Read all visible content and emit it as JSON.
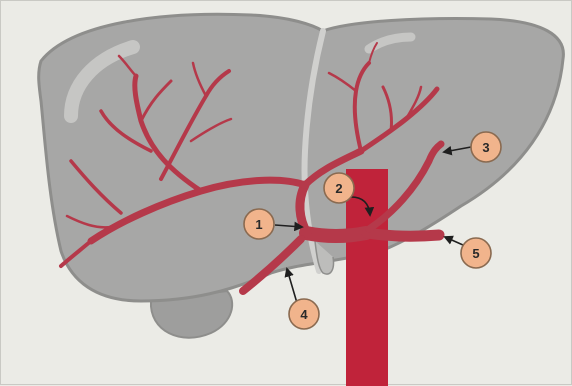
{
  "colors": {
    "background": "#ebebe6",
    "liver_fill": "#a7a7a6",
    "liver_stroke": "#8e8e8c",
    "liver_highlight": "#c6c6c4",
    "artery": "#b5394a",
    "aorta": "#c0233a",
    "marker_fill": "#f1b48c",
    "marker_stroke": "#8a6a50",
    "arrow": "#1f1f1f"
  },
  "markers": [
    {
      "label": "1"
    },
    {
      "label": "2"
    },
    {
      "label": "3"
    },
    {
      "label": "4"
    },
    {
      "label": "5"
    }
  ]
}
